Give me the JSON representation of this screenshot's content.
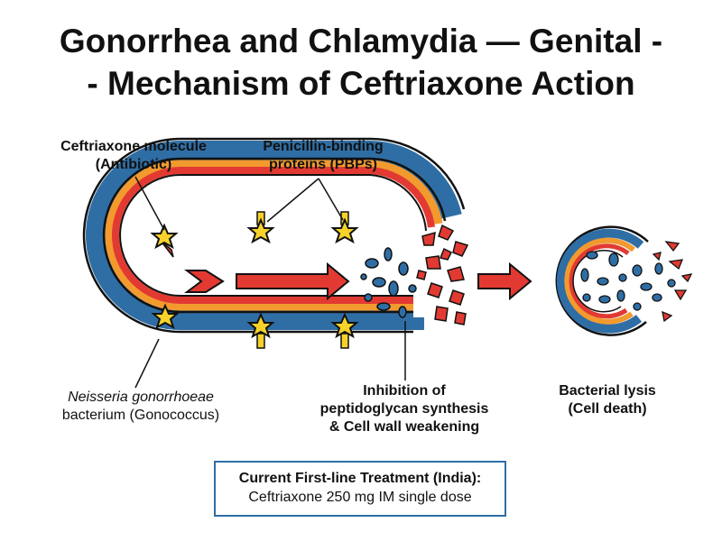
{
  "title": {
    "line1": "Gonorrhea and Chlamydia — Genital -",
    "line2": "- Mechanism of Ceftriaxone Action"
  },
  "labels": {
    "ceftriaxone": [
      "Ceftriaxone molecule",
      "(Antibiotic)"
    ],
    "pbp": [
      "Penicillin-binding",
      "proteins (PBPs)"
    ],
    "bacterium_italic": "Neisseria gonorrhoeae",
    "bacterium_plain": "bacterium (Gonococcus)",
    "inhibition": [
      "Inhibition of",
      "peptidoglycan synthesis",
      "& Cell wall weakening"
    ],
    "lysis": [
      "Bacterial lysis",
      "(Cell death)"
    ]
  },
  "treatment": {
    "heading": "Current First-line Treatment (India):",
    "detail": "Ceftriaxone 250 mg IM single dose"
  },
  "colors": {
    "outer_wall": "#2f6ea5",
    "middle_wall": "#f29a2e",
    "inner_wall": "#e23a32",
    "star": "#f6d22a",
    "blob": "#2f6ea5",
    "fragment": "#e23a32",
    "box_border": "#2f6ea5"
  },
  "icons": [
    "ceftriaxone-star-icon",
    "arrow-right-icon",
    "cell-fragment-icon",
    "cytoplasm-blob-icon"
  ]
}
